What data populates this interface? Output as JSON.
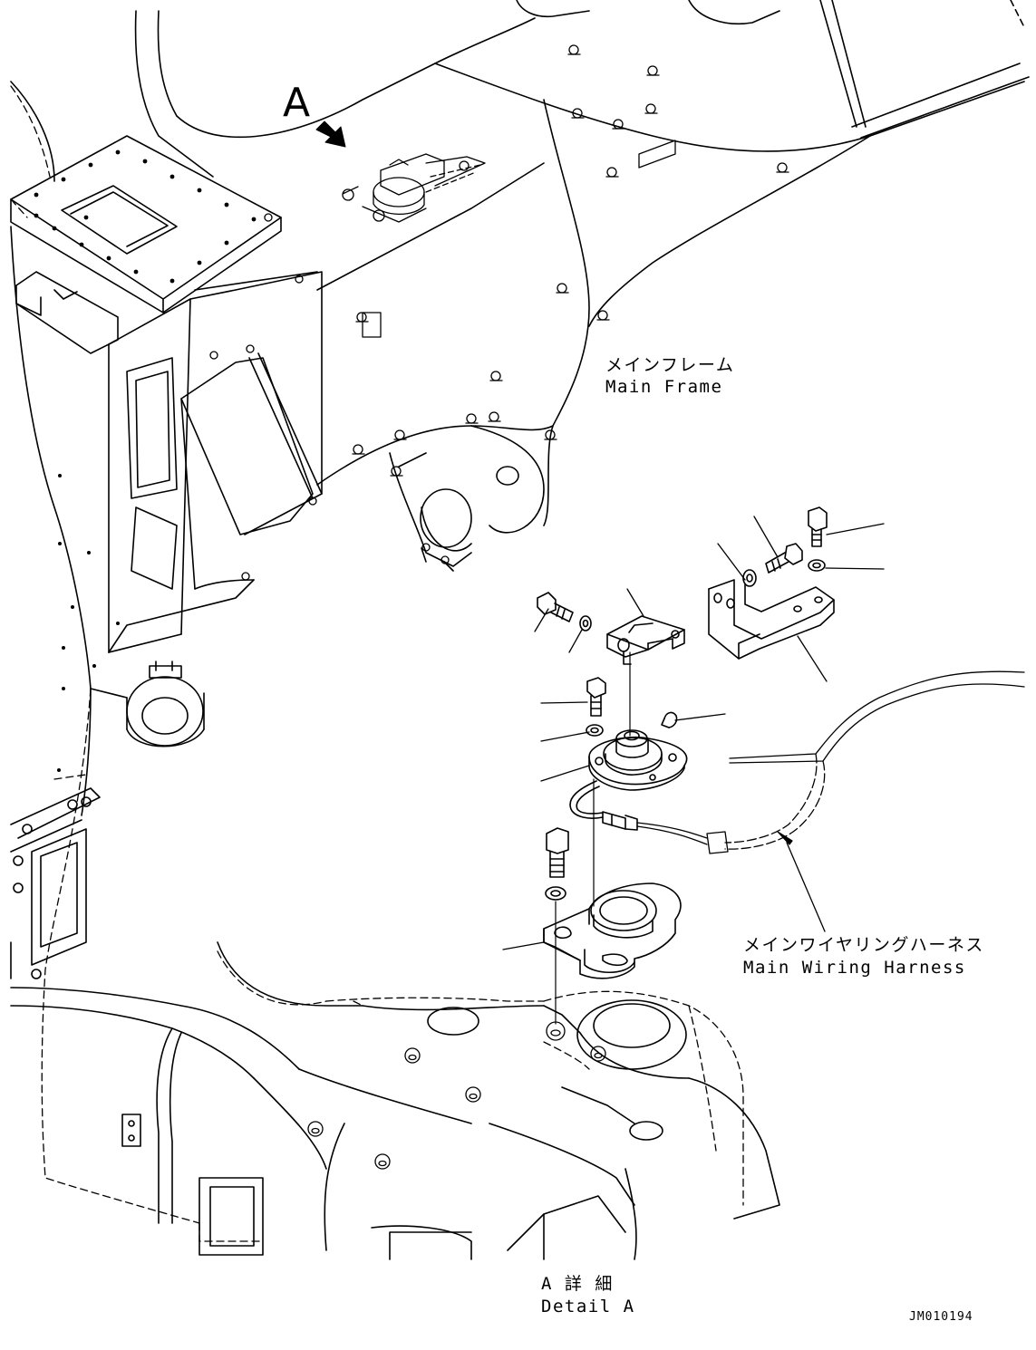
{
  "callouts": {
    "view_letter": "A",
    "main_frame_jp": "メインフレーム",
    "main_frame_en": "Main Frame",
    "harness_jp": "メインワイヤリングハーネス",
    "harness_en": "Main Wiring Harness",
    "detail_jp": "A 詳 細",
    "detail_en": "Detail A",
    "drawing_no": "JM010194"
  }
}
